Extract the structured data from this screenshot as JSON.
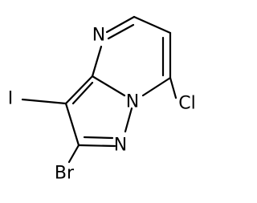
{
  "molecule": {
    "atoms": {
      "n_pyrimidine": "N",
      "n_bridge": "N",
      "n_pyrazole": "N",
      "cl": "Cl",
      "iodine": "I",
      "br": "Br"
    },
    "colors": {
      "bond": "#000000",
      "label": "#000000",
      "background": "#ffffff"
    }
  }
}
